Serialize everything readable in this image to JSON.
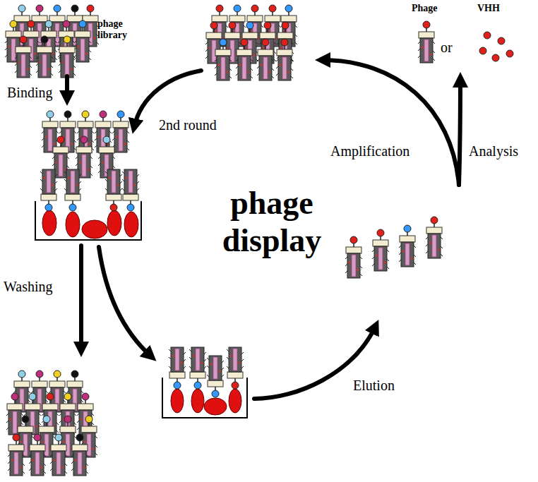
{
  "diagram": {
    "title": "phage display",
    "labels": [
      "phage library",
      "Binding",
      "2nd round",
      "Washing",
      "Elution",
      "Amplification",
      "Analysis",
      "Phage",
      "or",
      "VHH"
    ]
  }
}
